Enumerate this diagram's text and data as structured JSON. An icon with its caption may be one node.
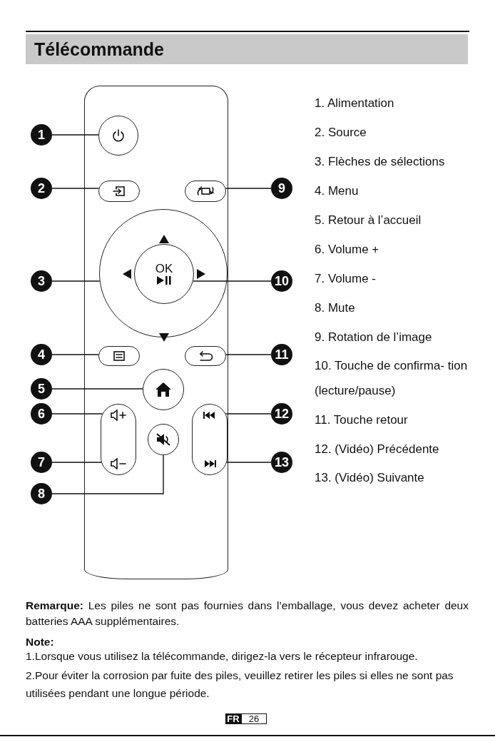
{
  "diagram": {
    "title": "Télécommande",
    "nodes": [
      {
        "text": [
          "1"
        ]
      },
      {
        "text": [
          "2"
        ]
      },
      {
        "text": [
          "9"
        ]
      },
      {
        "text": [
          "3"
        ]
      },
      {
        "text": [
          "10"
        ]
      },
      {
        "text": [
          "4"
        ]
      },
      {
        "text": [
          "11"
        ]
      },
      {
        "text": [
          "5"
        ]
      },
      {
        "text": [
          "6"
        ]
      },
      {
        "text": [
          "12"
        ]
      },
      {
        "text": [
          "7"
        ]
      },
      {
        "text": [
          "13"
        ]
      },
      {
        "text": [
          "8"
        ]
      },
      {
        "text": [],
        "shape": "box"
      },
      {
        "text": [],
        "shape": "circle",
        "in": 13
      },
      {
        "text": [],
        "shape": "box",
        "in": 13
      },
      {
        "text": [],
        "shape": "box",
        "in": 13
      },
      {
        "text": [],
        "shape": "circle",
        "in": 13
      },
      {
        "text": [
          "OK"
        ],
        "in": 17
      },
      {
        "text": [],
        "shape": "box",
        "in": 13
      },
      {
        "text": [],
        "shape": "box",
        "in": 13
      },
      {
        "text": [],
        "shape": "circle",
        "in": 13
      },
      {
        "text": [],
        "shape": "box",
        "in": 13
      },
      {
        "text": [],
        "shape": "circle",
        "in": 13
      },
      {
        "text": [],
        "shape": "box",
        "in": 13
      }
    ],
    "edges": [
      {
        "from": 0,
        "to": 14,
        "arrow": "none"
      },
      {
        "from": 1,
        "to": 15,
        "arrow": "none"
      },
      {
        "from": 2,
        "to": 16,
        "arrow": "none"
      },
      {
        "from": 3,
        "to": 17,
        "arrow": "none"
      },
      {
        "from": 4,
        "to": 18,
        "arrow": "none"
      },
      {
        "from": 5,
        "to": 19,
        "arrow": "none"
      },
      {
        "from": 6,
        "to": 20,
        "arrow": "none"
      },
      {
        "from": 7,
        "to": 21,
        "arrow": "none"
      },
      {
        "from": 8,
        "to": 22,
        "arrow": "none"
      },
      {
        "from": 9,
        "to": 24,
        "arrow": "none"
      },
      {
        "from": 10,
        "to": 22,
        "arrow": "none"
      },
      {
        "from": 11,
        "to": 24,
        "arrow": "none"
      },
      {
        "from": 12,
        "to": 23,
        "arrow": "none"
      }
    ],
    "labels": [
      "1. Alimentation",
      "2. Source",
      "3. Flèches de sélections",
      "4. Menu",
      "5. Retour à l’accueil",
      "6. Volume +",
      "7. Volume -",
      "8. Mute",
      "9. Rotation de l’image",
      "10. Touche de confirma- tion (lecture/pause)",
      "11. Touche retour",
      "12. (Vidéo) Précédente",
      "13. (Vidéo) Suivante",
      "**Remarque:** Les piles ne sont pas fournies dans l’emballage, vous devez acheter deux batteries AAA supplémentaires.",
      "Note:",
      "1.Lorsque vous utilisez la télécommande, dirigez-la vers le récepteur infrarouge.",
      "2.Pour éviter la corrosion par fuite des piles, veuillez retirer les piles si elles ne sont pas utilisées pendant une longue période.",
      "FR",
      "26"
    ]
  }
}
